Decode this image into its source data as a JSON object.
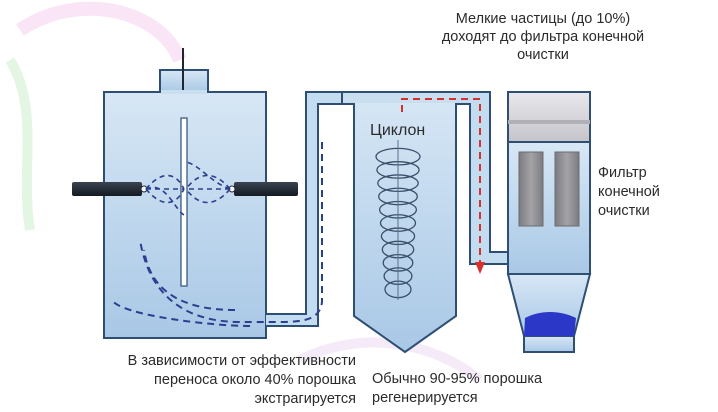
{
  "labels": {
    "fine_particles": [
      "Мелкие частицы (до 10%)",
      "доходят до фильтра конечной",
      "очистки"
    ],
    "cyclone": "Циклон",
    "final_filter": [
      "Фильтр",
      "конечной",
      "очистки"
    ],
    "extraction": [
      "В зависимости от эффективности",
      "переноса около 40% порошка",
      "экстрагируется"
    ],
    "regeneration": [
      "Обычно 90-95% порошка",
      "регенерируется"
    ]
  },
  "colors": {
    "booth_fill": "#bcd6ec",
    "booth_stroke": "#2e4f73",
    "gun_fill": "#1f2630",
    "flow_dash": "#2a3f8f",
    "fine_flow": "#d4312c",
    "filter_dark": "#8b8b90",
    "filter_light": "#d8d8dc",
    "powder": "#2b37c7"
  }
}
